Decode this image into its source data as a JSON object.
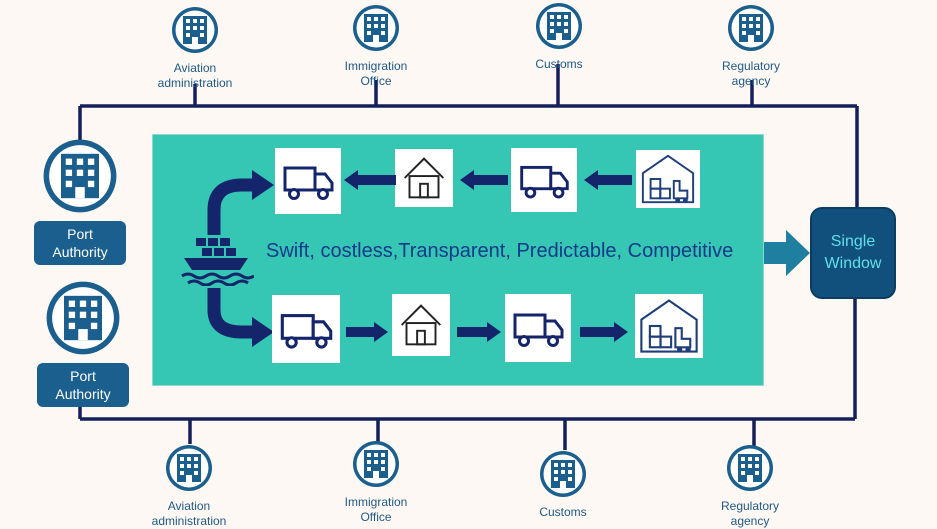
{
  "agencies_top": [
    {
      "icon": "building-icon",
      "label": "Aviation\nadministration"
    },
    {
      "icon": "building-icon",
      "label": "Immigration\nOffice"
    },
    {
      "icon": "building-icon",
      "label": "Customs"
    },
    {
      "icon": "building-icon",
      "label": "Regulatory\nagency"
    }
  ],
  "agencies_bottom": [
    {
      "icon": "building-icon",
      "label": "Aviation\nadministration"
    },
    {
      "icon": "building-icon",
      "label": "Immigration\nOffice"
    },
    {
      "icon": "building-icon",
      "label": "Customs"
    },
    {
      "icon": "building-icon",
      "label": "Regulatory\nagency"
    }
  ],
  "ports": [
    {
      "icon": "building-icon",
      "label": "Port\nAuthority"
    },
    {
      "icon": "building-icon",
      "label": "Port\nAuthority"
    }
  ],
  "panel": {
    "headline": "Swift, costless,Transparent, Predictable, Competitive",
    "top_flow": [
      "truck-icon",
      "house-icon",
      "truck-icon",
      "warehouse-icon"
    ],
    "bottom_flow": [
      "truck-icon",
      "house-icon",
      "truck-icon",
      "warehouse-icon"
    ],
    "ship_icon": "cargo-ship-icon"
  },
  "single_window": {
    "label": "Single\nWindow"
  },
  "colors": {
    "navy": "#14256b",
    "teal": "#35c6b4",
    "agency_blue": "#1a5f8e",
    "window_text": "#5ee0ea"
  }
}
